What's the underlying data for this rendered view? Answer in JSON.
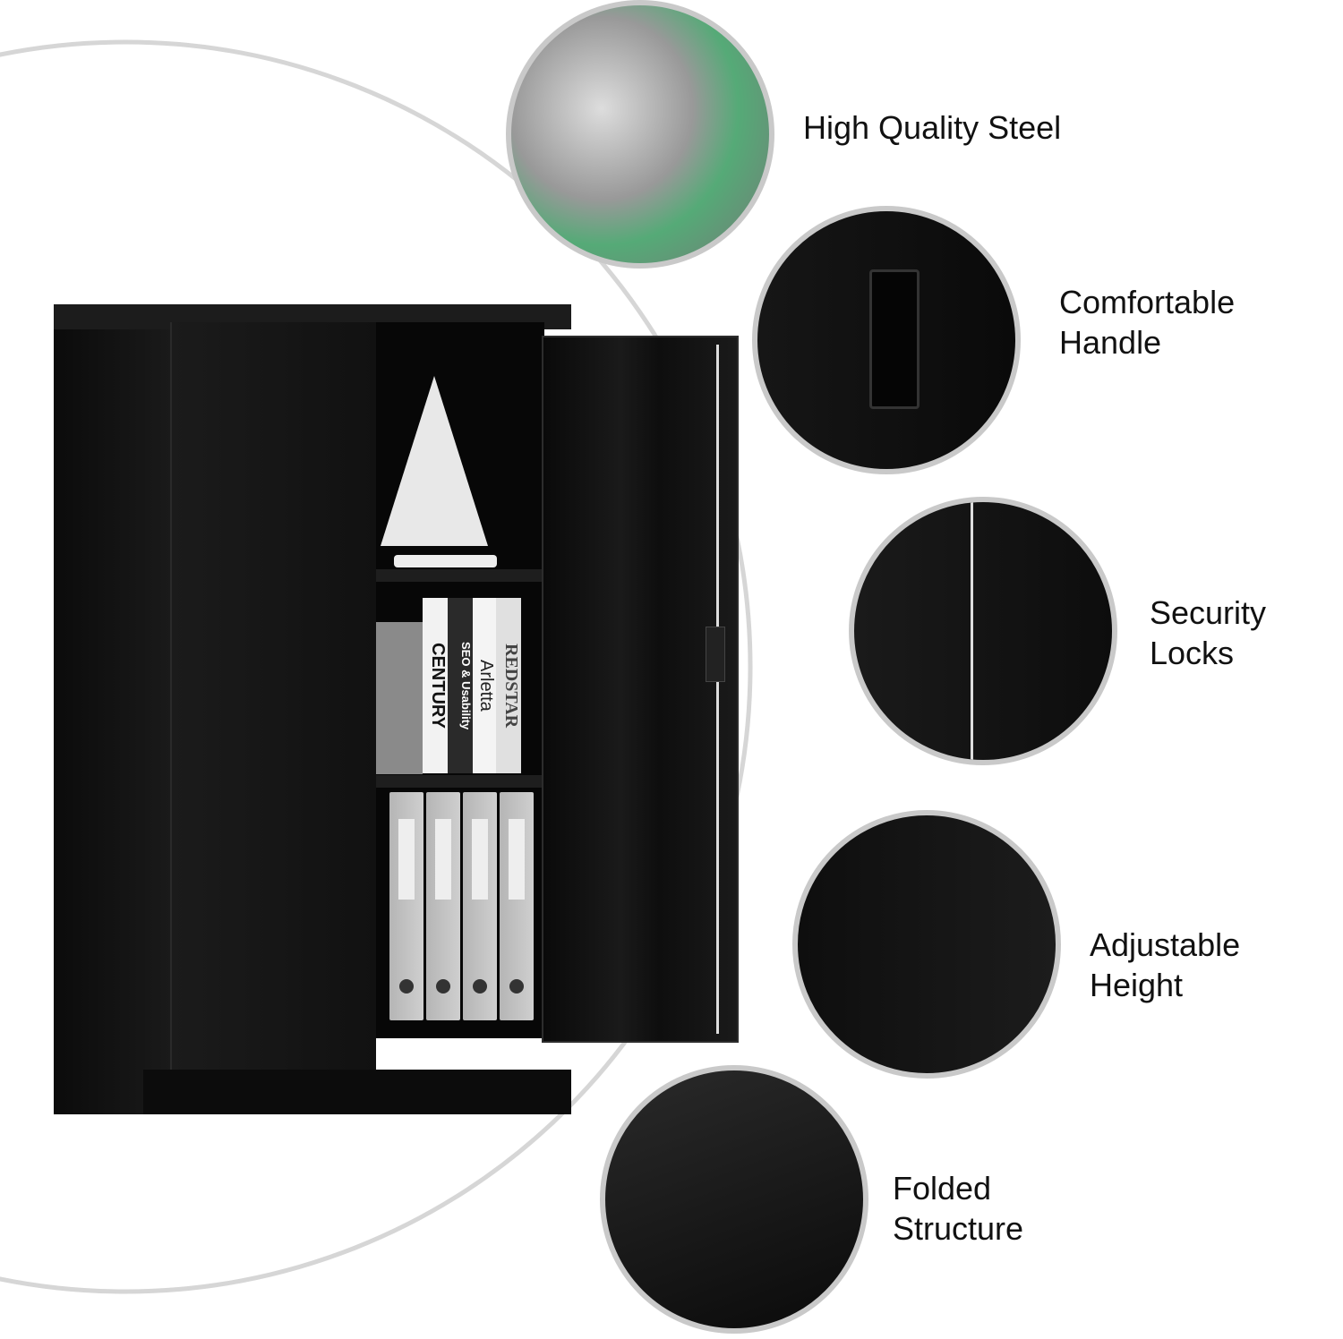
{
  "features": [
    {
      "label_line1": "High Quality Steel",
      "label_line2": "",
      "icon": "steel-coils-photo"
    },
    {
      "label_line1": "Comfortable",
      "label_line2": "Handle",
      "icon": "handle-photo"
    },
    {
      "label_line1": "Security",
      "label_line2": "Locks",
      "icon": "lock-photo"
    },
    {
      "label_line1": "Adjustable",
      "label_line2": "Height",
      "icon": "shelf-slot-photo"
    },
    {
      "label_line1": "Folded",
      "label_line2": "Structure",
      "icon": "folded-edge-photo"
    }
  ],
  "books": [
    "CENTURY",
    "SEO & Usability",
    "Arletta",
    "REDSTAR"
  ],
  "colors": {
    "cabinet": "#151515",
    "ring": "#c9c9c9",
    "arc": "#d6d6d6"
  }
}
